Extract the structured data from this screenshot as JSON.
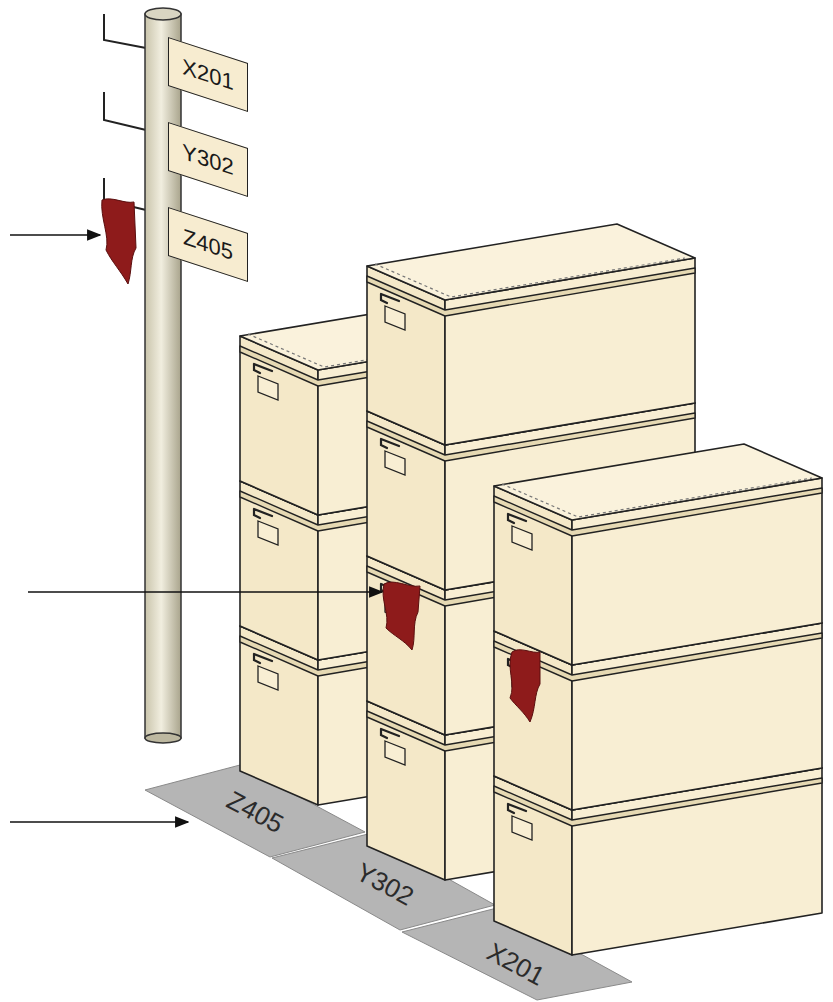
{
  "diagram": {
    "nodes": [
      {
        "text": [
          "X201"
        ]
      },
      {
        "text": [
          "Y302"
        ]
      },
      {
        "text": [
          "Z405"
        ]
      },
      {
        "text": [
          "Z405"
        ]
      },
      {
        "text": [
          "Y302"
        ]
      },
      {
        "text": [
          "X201"
        ]
      }
    ]
  }
}
